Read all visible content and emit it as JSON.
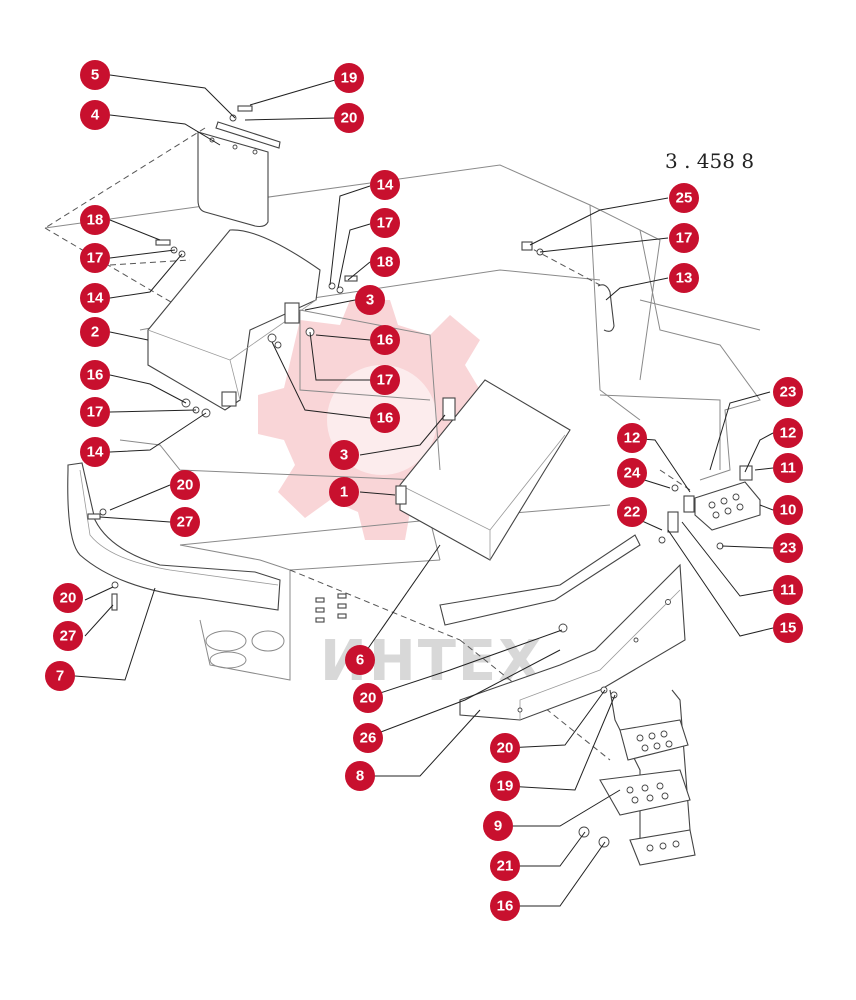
{
  "drawing": {
    "reference_code": "3 . 458 8",
    "watermark_text": "ИНТЕХ"
  },
  "callouts": [
    {
      "id": "c5",
      "label": "5"
    },
    {
      "id": "c4",
      "label": "4"
    },
    {
      "id": "c19a",
      "label": "19"
    },
    {
      "id": "c20a",
      "label": "20"
    },
    {
      "id": "c14a",
      "label": "14"
    },
    {
      "id": "c17a",
      "label": "17"
    },
    {
      "id": "c18a",
      "label": "18"
    },
    {
      "id": "c3a",
      "label": "3"
    },
    {
      "id": "c16a",
      "label": "16"
    },
    {
      "id": "c17b",
      "label": "17"
    },
    {
      "id": "c16b",
      "label": "16"
    },
    {
      "id": "c18b",
      "label": "18"
    },
    {
      "id": "c17c",
      "label": "17"
    },
    {
      "id": "c14b",
      "label": "14"
    },
    {
      "id": "c2",
      "label": "2"
    },
    {
      "id": "c16c",
      "label": "16"
    },
    {
      "id": "c17d",
      "label": "17"
    },
    {
      "id": "c14c",
      "label": "14"
    },
    {
      "id": "c20b",
      "label": "20"
    },
    {
      "id": "c27a",
      "label": "27"
    },
    {
      "id": "c20c",
      "label": "20"
    },
    {
      "id": "c27b",
      "label": "27"
    },
    {
      "id": "c7",
      "label": "7"
    },
    {
      "id": "c3b",
      "label": "3"
    },
    {
      "id": "c1",
      "label": "1"
    },
    {
      "id": "c25",
      "label": "25"
    },
    {
      "id": "c17e",
      "label": "17"
    },
    {
      "id": "c13",
      "label": "13"
    },
    {
      "id": "c23a",
      "label": "23"
    },
    {
      "id": "c12a",
      "label": "12"
    },
    {
      "id": "c12b",
      "label": "12"
    },
    {
      "id": "c11a",
      "label": "11"
    },
    {
      "id": "c24",
      "label": "24"
    },
    {
      "id": "c22",
      "label": "22"
    },
    {
      "id": "c10",
      "label": "10"
    },
    {
      "id": "c23b",
      "label": "23"
    },
    {
      "id": "c11b",
      "label": "11"
    },
    {
      "id": "c15",
      "label": "15"
    },
    {
      "id": "c6",
      "label": "6"
    },
    {
      "id": "c20d",
      "label": "20"
    },
    {
      "id": "c26",
      "label": "26"
    },
    {
      "id": "c8",
      "label": "8"
    },
    {
      "id": "c20e",
      "label": "20"
    },
    {
      "id": "c19b",
      "label": "19"
    },
    {
      "id": "c9",
      "label": "9"
    },
    {
      "id": "c21",
      "label": "21"
    },
    {
      "id": "c16d",
      "label": "16"
    }
  ]
}
